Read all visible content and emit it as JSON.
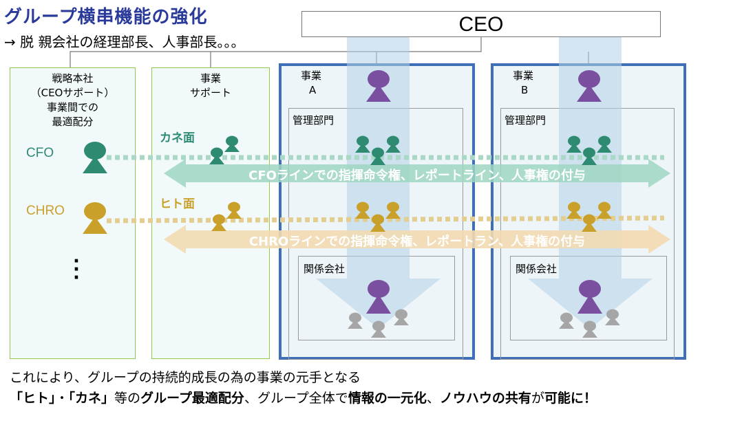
{
  "header": {
    "title": "グループ横串機能の強化",
    "subtitle": "→ 脱 親会社の経理部長、人事部長。。。"
  },
  "ceo_label": "CEO",
  "columns": {
    "strategy": {
      "lines": [
        "戦略本社",
        "（CEOサポート）",
        "事業間での",
        "最適配分"
      ]
    },
    "support": {
      "lines": [
        "事業",
        "サポート"
      ]
    }
  },
  "roles": {
    "cfo": "CFO",
    "chro": "CHRO",
    "ellipsis": "⋮"
  },
  "groups": {
    "money": "カネ面",
    "people": "ヒト面"
  },
  "businesses": [
    {
      "line1": "事業",
      "line2": "A",
      "mgmt": "管理部門",
      "affiliate": "関係会社"
    },
    {
      "line1": "事業",
      "line2": "B",
      "mgmt": "管理部門",
      "affiliate": "関係会社"
    }
  ],
  "arrows": {
    "cfo_line": "CFOラインでの指揮命令権、レポートライン、人事権の付与",
    "chro_line": "CHROラインでの指揮命令権、レポートラン、人事権の付与"
  },
  "footer": {
    "line1": "これにより、グループの持続的成長の為の事業の元手となる",
    "line2_parts": [
      "「ヒト」",
      "・",
      "「カネ」",
      "等の",
      "グループ最適配分",
      "、グループ全体で",
      "情報の一元化",
      "、",
      "ノウハウの共有",
      "が",
      "可能に！"
    ]
  },
  "colors": {
    "title": "#2a3a9a",
    "green": "#2e8b72",
    "gold": "#c9a02a",
    "purple": "#7b4fa0",
    "gray": "#a6a6a6",
    "bizBorder": "#3f6fb7",
    "colBorder": "#92c94a"
  }
}
